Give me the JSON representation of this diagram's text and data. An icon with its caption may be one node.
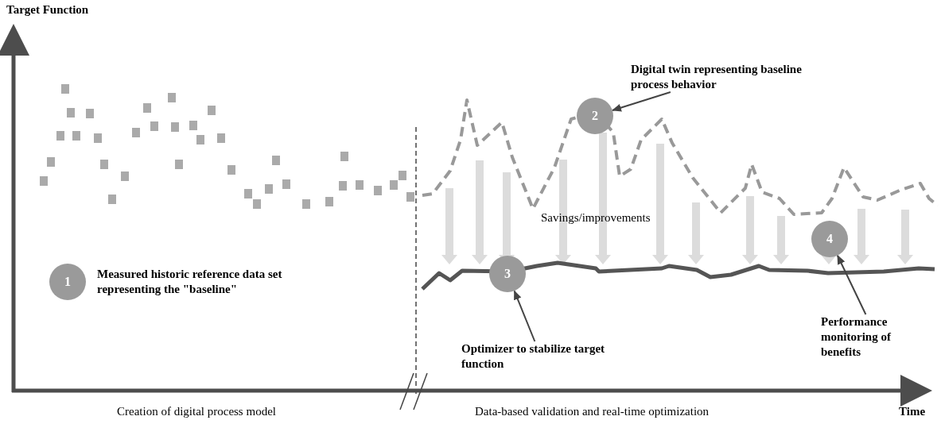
{
  "diagram": {
    "nodes": [
      {
        "text": [
          "Digital twin representing baseline process behavior"
        ]
      },
      {
        "text": [
          "2"
        ]
      },
      {
        "text": [
          "4"
        ]
      },
      {
        "text": [
          "3"
        ]
      },
      {
        "text": [
          "1"
        ],
        "beside": [
          "Measured historic reference data set representing the \"baseline\""
        ]
      },
      {
        "text": [
          "Performance monitoring of benefits"
        ]
      },
      {
        "text": [
          "Optimizer to stabilize target function"
        ]
      }
    ],
    "edges": [
      {
        "from": 0,
        "to": 1,
        "arrow": "to"
      },
      {
        "from": 5,
        "to": 2,
        "arrow": "to"
      },
      {
        "from": 6,
        "to": 3,
        "arrow": "to"
      }
    ],
    "labels": [
      "Target Function",
      "Savings/improvements",
      "Creation of digital process model",
      "Data-based validation and real-time optimization",
      "Time"
    ]
  }
}
